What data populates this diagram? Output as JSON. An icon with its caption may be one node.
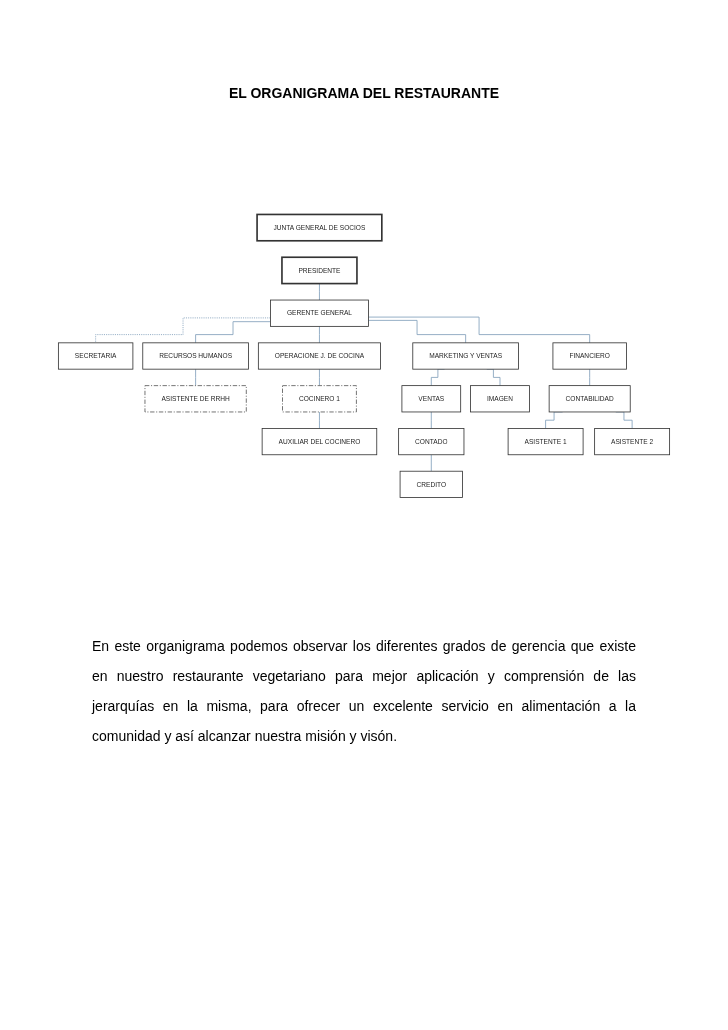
{
  "diagram": {
    "title": "EL ORGANIGRAMA DEL RESTAURANTE",
    "caption": "En este organigrama podemos observar los diferentes grados de gerencia que existe en nuestro restaurante vegetariano para mejor aplicación y comprensión de las jerarquías en la misma, para ofrecer un excelente servicio en alimentación a la comunidad y así alcanzar nuestra misión y visón.",
    "nodes": [
      {
        "text": [
          "JUNTA GENERAL DE SOCIOS"
        ]
      },
      {
        "text": [
          "PRESIDENTE"
        ]
      },
      {
        "text": [
          "GERENTE GENERAL"
        ]
      },
      {
        "text": [
          "SECRETARIA"
        ]
      },
      {
        "text": [
          "RECURSOS HUMANOS"
        ]
      },
      {
        "text": [
          "OPERACIONE J. DE COCINA"
        ]
      },
      {
        "text": [
          "MARKETING Y VENTAS"
        ]
      },
      {
        "text": [
          "FINANCIERO"
        ]
      },
      {
        "text": [
          "ASISTENTE DE RRHH"
        ]
      },
      {
        "text": [
          "COCINERO 1"
        ]
      },
      {
        "text": [
          "AUXILIAR DEL COCINERO"
        ]
      },
      {
        "text": [
          "VENTAS"
        ]
      },
      {
        "text": [
          "IMAGEN"
        ]
      },
      {
        "text": [
          "CONTADO"
        ]
      },
      {
        "text": [
          "CREDITO"
        ]
      },
      {
        "text": [
          "CONTABILIDAD"
        ]
      },
      {
        "text": [
          "ASISTENTE 1"
        ]
      },
      {
        "text": [
          "ASISTENTE 2"
        ]
      }
    ],
    "edges": [
      {
        "from": 1,
        "to": 2,
        "arrow": "none"
      },
      {
        "from": 2,
        "to": 3,
        "arrow": "none",
        "style": "dashed"
      },
      {
        "from": 2,
        "to": 4,
        "arrow": "none"
      },
      {
        "from": 2,
        "to": 5,
        "arrow": "none"
      },
      {
        "from": 2,
        "to": 6,
        "arrow": "none"
      },
      {
        "from": 2,
        "to": 7,
        "arrow": "none"
      },
      {
        "from": 4,
        "to": 8,
        "arrow": "none"
      },
      {
        "from": 5,
        "to": 9,
        "arrow": "none"
      },
      {
        "from": 9,
        "to": 10,
        "arrow": "none"
      },
      {
        "from": 6,
        "to": 11,
        "arrow": "none"
      },
      {
        "from": 6,
        "to": 12,
        "arrow": "none"
      },
      {
        "from": 11,
        "to": 13,
        "arrow": "none"
      },
      {
        "from": 13,
        "to": 14,
        "arrow": "none"
      },
      {
        "from": 7,
        "to": 15,
        "arrow": "none"
      },
      {
        "from": 15,
        "to": 16,
        "arrow": "none"
      },
      {
        "from": 15,
        "to": 17,
        "arrow": "none"
      }
    ]
  }
}
